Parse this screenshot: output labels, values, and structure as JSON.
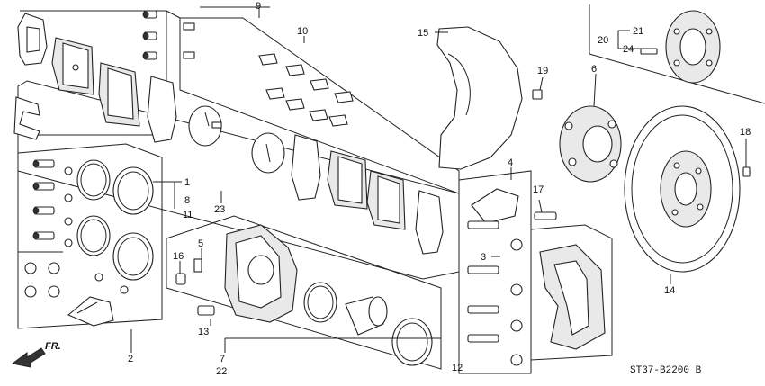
{
  "callouts": {
    "c1": "1",
    "c2": "2",
    "c3": "3",
    "c4": "4",
    "c5": "5",
    "c6": "6",
    "c7": "7",
    "c8": "8",
    "c9": "9",
    "c10": "10",
    "c11": "11",
    "c12": "12",
    "c13": "13",
    "c14": "14",
    "c15": "15",
    "c16": "16",
    "c17": "17",
    "c18": "18",
    "c19": "19",
    "c20": "20",
    "c21": "21",
    "c22": "22",
    "c23": "23",
    "c24": "24"
  },
  "direction_label": "FR.",
  "diagram_code": "ST37-B2200 B"
}
